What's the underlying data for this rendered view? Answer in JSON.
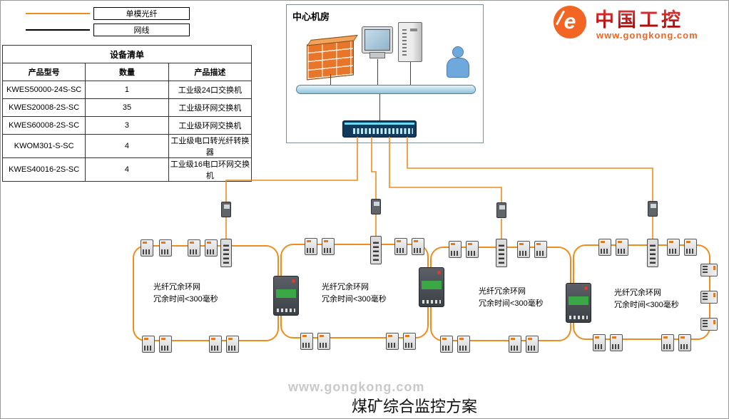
{
  "legend": {
    "items": [
      {
        "label": "单模光纤",
        "color": "#f08c1e"
      },
      {
        "label": "网线",
        "color": "#000000"
      }
    ]
  },
  "equipment_table": {
    "title": "设备清单",
    "headers": [
      "产品型号",
      "数量",
      "产品描述"
    ],
    "rows": [
      [
        "KWES50000-24S-SC",
        "1",
        "工业级24口交换机"
      ],
      [
        "KWES20008-2S-SC",
        "35",
        "工业级环网交换机"
      ],
      [
        "KWES60008-2S-SC",
        "3",
        "工业级环网交换机"
      ],
      [
        "KWOM301-S-SC",
        "4",
        "工业级电口转光纤转换器"
      ],
      [
        "KWES40016-2S-SC",
        "4",
        "工业级16电口环网交换机"
      ]
    ]
  },
  "center_room": {
    "title": "中心机房"
  },
  "logo": {
    "mark": "e",
    "name": "中国工控",
    "url": "www.gongkong.com"
  },
  "rings": [
    {
      "label_line1": "光纤冗余环网",
      "label_line2": "冗余时间<300毫秒"
    },
    {
      "label_line1": "光纤冗余环网",
      "label_line2": "冗余时间<300毫秒"
    },
    {
      "label_line1": "光纤冗余环网",
      "label_line2": "冗余时间<300毫秒"
    },
    {
      "label_line1": "光纤冗余环网",
      "label_line2": "冗余时间<300毫秒"
    }
  ],
  "watermark": "www.gongkong.com",
  "page_title": "煤矿综合监控方案",
  "colors": {
    "fiber": "#f08c1e",
    "cable": "#000000",
    "ring_border": "#f08c1e",
    "logo_orange": "#f26522"
  }
}
